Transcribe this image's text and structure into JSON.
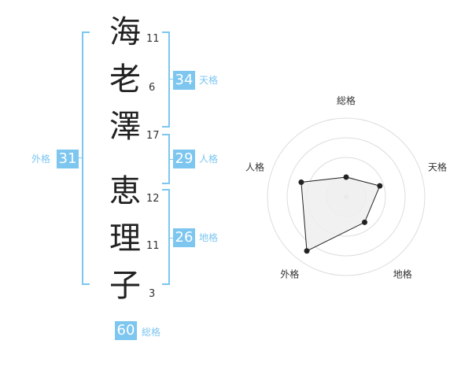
{
  "name": {
    "chars": [
      {
        "char": "海",
        "strokes": "11"
      },
      {
        "char": "老",
        "strokes": "6"
      },
      {
        "char": "澤",
        "strokes": "17"
      },
      {
        "char": "恵",
        "strokes": "12"
      },
      {
        "char": "理",
        "strokes": "11"
      },
      {
        "char": "子",
        "strokes": "3"
      }
    ]
  },
  "kaku": {
    "tenkaku": {
      "value": "34",
      "label": "天格"
    },
    "jinkaku": {
      "value": "29",
      "label": "人格"
    },
    "chikaku": {
      "value": "26",
      "label": "地格"
    },
    "gaikaku": {
      "value": "31",
      "label": "外格"
    },
    "soukaku": {
      "value": "60",
      "label": "総格"
    }
  },
  "colors": {
    "accent": "#7cc6f0",
    "polygon_fill": "#eeeeee",
    "polygon_stroke": "#222222"
  },
  "chart_data": {
    "type": "radar",
    "axes": [
      "総格",
      "天格",
      "地格",
      "外格",
      "人格"
    ],
    "values": [
      0.25,
      0.45,
      0.4,
      0.85,
      0.6
    ],
    "max": 1,
    "rings": 4
  }
}
